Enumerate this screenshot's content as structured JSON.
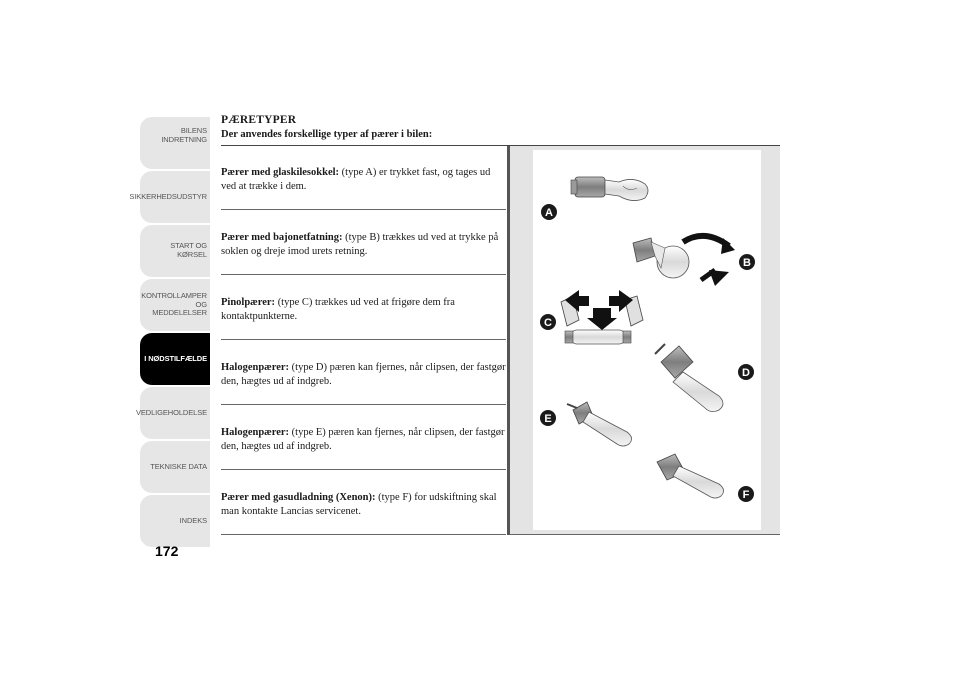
{
  "nav": {
    "tabs": [
      {
        "label": "BILENS\nINDRETNING",
        "active": false
      },
      {
        "label": "SIKKERHEDSUDSTYR",
        "active": false
      },
      {
        "label": "START OG KØRSEL",
        "active": false
      },
      {
        "label": "KONTROLLAMPER\nOG MEDDELELSER",
        "active": false
      },
      {
        "label": "I NØDSTILFÆLDE",
        "active": true
      },
      {
        "label": "VEDLIGEHOLDELSE",
        "active": false
      },
      {
        "label": "TEKNISKE DATA",
        "active": false
      },
      {
        "label": "INDEKS",
        "active": false
      }
    ]
  },
  "page_number": "172",
  "section": {
    "title": "PÆRETYPER",
    "intro": "Der anvendes forskellige typer af pærer i bilen:"
  },
  "entries": [
    {
      "bold": "Pærer med glaskilesokkel:",
      "text": " (type A) er trykket fast, og tages ud ved at trække i dem."
    },
    {
      "bold": "Pærer med bajonetfatning:",
      "text": " (type B) trækkes ud ved at trykke på soklen og dreje imod urets retning."
    },
    {
      "bold": "Pinolpærer:",
      "text": " (type C) trækkes ud ved at frigøre dem fra kontaktpunkterne."
    },
    {
      "bold": "Halogenpærer:",
      "text": " (type D) pæren kan fjernes, når clipsen, der fastgør den, hægtes ud af indgreb."
    },
    {
      "bold": "Halogenpærer:",
      "text": " (type E) pæren kan fjernes, når clipsen, der fastgør den, hægtes ud af indgreb."
    },
    {
      "bold": "Pærer med gasudladning (Xenon):",
      "text": " (type F) for udskiftning skal man kontakte Lancias servicenet."
    }
  ],
  "illustration": {
    "labels": [
      "A",
      "B",
      "C",
      "D",
      "E",
      "F"
    ],
    "icons": [
      "bulb-wedge-icon",
      "bulb-bayonet-icon",
      "bulb-festoon-icon",
      "bulb-halogen-h4-icon",
      "bulb-halogen-h1-icon",
      "bulb-xenon-icon"
    ]
  }
}
